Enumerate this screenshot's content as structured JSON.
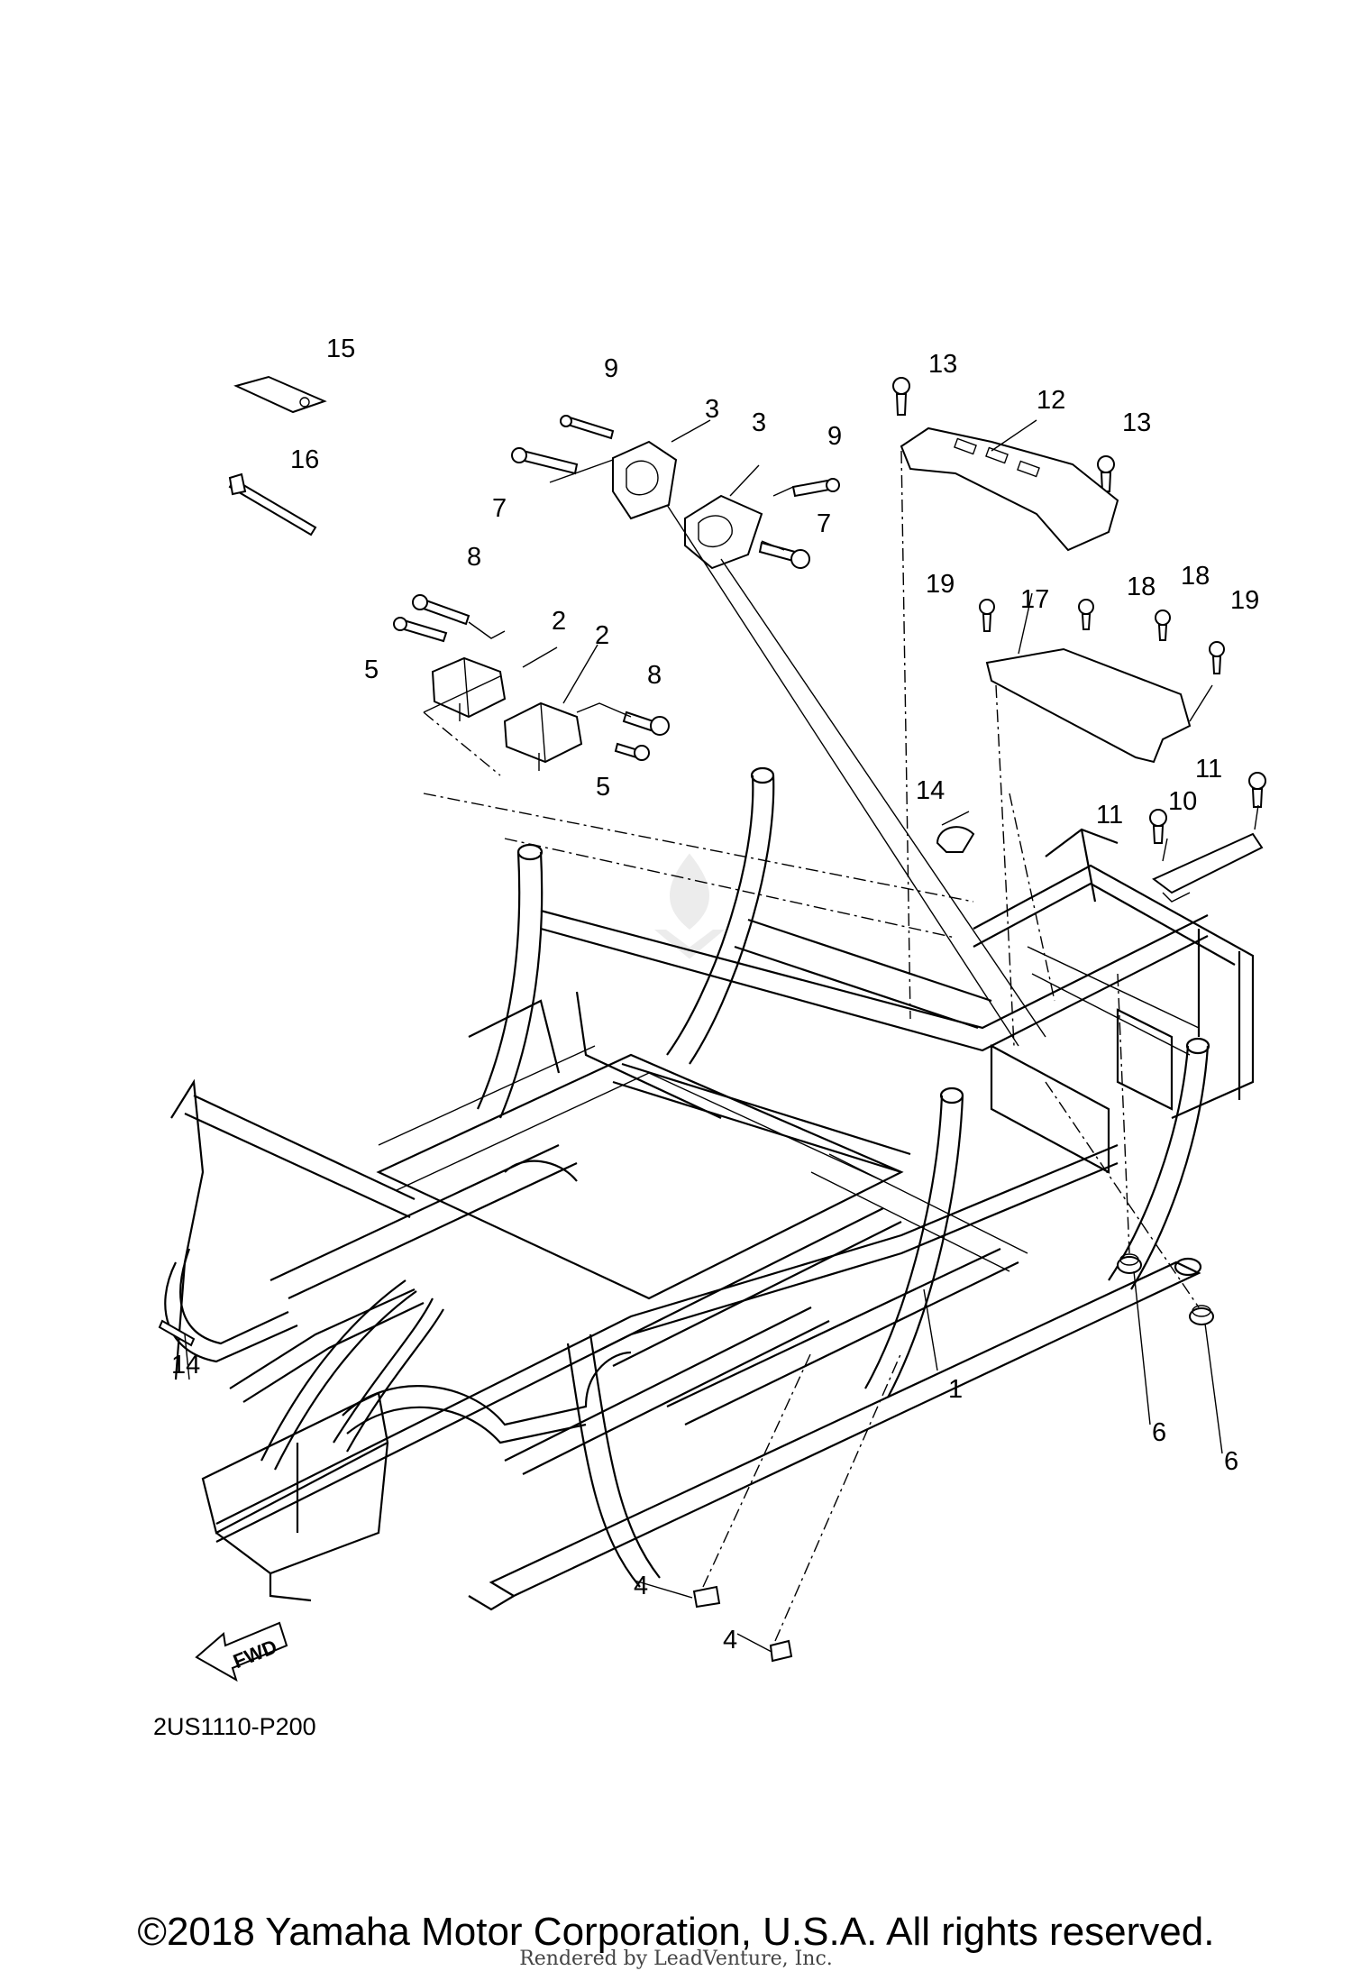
{
  "diagram": {
    "code": "2US1110-P200",
    "fwd_label": "FWD",
    "callouts": {
      "c1": "1",
      "c2a": "2",
      "c2b": "2",
      "c3a": "3",
      "c3b": "3",
      "c4a": "4",
      "c4b": "4",
      "c5a": "5",
      "c5b": "5",
      "c6a": "6",
      "c6b": "6",
      "c7a": "7",
      "c7b": "7",
      "c8a": "8",
      "c8b": "8",
      "c9a": "9",
      "c9b": "9",
      "c10": "10",
      "c11a": "11",
      "c11b": "11",
      "c12": "12",
      "c13a": "13",
      "c13b": "13",
      "c14a": "14",
      "c14b": "14",
      "c15": "15",
      "c16": "16",
      "c17": "17",
      "c18a": "18",
      "c18b": "18",
      "c19a": "19",
      "c19b": "19"
    }
  },
  "footer": {
    "copyright": "©2018 Yamaha Motor Corporation, U.S.A. All rights reserved.",
    "rendered_by": "Rendered by LeadVenture, Inc."
  }
}
